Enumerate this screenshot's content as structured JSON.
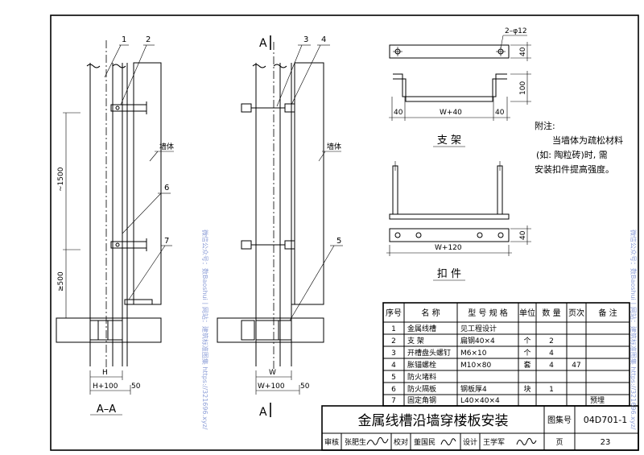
{
  "sheet_title": "金属线槽沿墙穿楼板安装",
  "atlas_label": "图集号",
  "atlas_no": "04D701-1",
  "page_label": "页",
  "page_no": "23",
  "signatures": {
    "review_label": "审核",
    "review_name": "张肥生",
    "check_label": "校对",
    "check_name": "董国民",
    "design_label": "设计",
    "design_name": "王学军"
  },
  "section_aa": {
    "title": "A–A",
    "callouts": [
      "1",
      "2",
      "6",
      "7"
    ],
    "wall_label": "墙体",
    "dim_1500": "~1500",
    "dim_500": "≥500",
    "dim_h": "H",
    "dim_h100": "H+100",
    "dim_50": "50"
  },
  "view_a": {
    "marker": "A",
    "callouts": [
      "3",
      "4",
      "5"
    ],
    "wall_label": "墙体",
    "dim_w": "W",
    "dim_w100": "W+100",
    "dim_50": "50"
  },
  "bracket": {
    "title": "支 架",
    "hole_spec": "2–φ12",
    "dim_40_left": "40",
    "dim_w40": "W+40",
    "dim_40_right": "40",
    "dim_100": "100",
    "dim_40_vert": "40"
  },
  "clip": {
    "title": "扣 件",
    "dim_w120": "W+120",
    "dim_40": "40"
  },
  "note": {
    "heading": "附注:",
    "lines": [
      "当墙体为疏松材料",
      "(如: 陶粒砖)时, 需",
      "安装扣件提高强度。"
    ]
  },
  "table": {
    "headers": [
      "序号",
      "名 称",
      "型 号 规 格",
      "单位",
      "数 量",
      "页次",
      "备 注"
    ],
    "rows": [
      [
        "1",
        "金属线槽",
        "见工程设计",
        "",
        "",
        "",
        ""
      ],
      [
        "2",
        "支 架",
        "扁钢40×4",
        "个",
        "2",
        "",
        ""
      ],
      [
        "3",
        "开槽盘头螺钉",
        "M6×10",
        "个",
        "4",
        "",
        ""
      ],
      [
        "4",
        "胀锚螺栓",
        "M10×80",
        "套",
        "4",
        "47",
        ""
      ],
      [
        "5",
        "防火堵料",
        "",
        "",
        "",
        "",
        ""
      ],
      [
        "6",
        "防火隔板",
        "钢板厚4",
        "块",
        "1",
        "",
        ""
      ],
      [
        "7",
        "固定角钢",
        "L40×40×4",
        "",
        "",
        "",
        "预埋"
      ]
    ]
  },
  "watermark": {
    "left": "微信公众号：数Baoshui丨网站：建筑标准图集 https://321696.xyz/",
    "right": "微信公众号：数Baoshui丨网站：建筑标准图集 https://321696.xyz/"
  },
  "colors": {
    "ink": "#000000",
    "paper": "#ffffff",
    "watermark": "#8fa0d8"
  }
}
